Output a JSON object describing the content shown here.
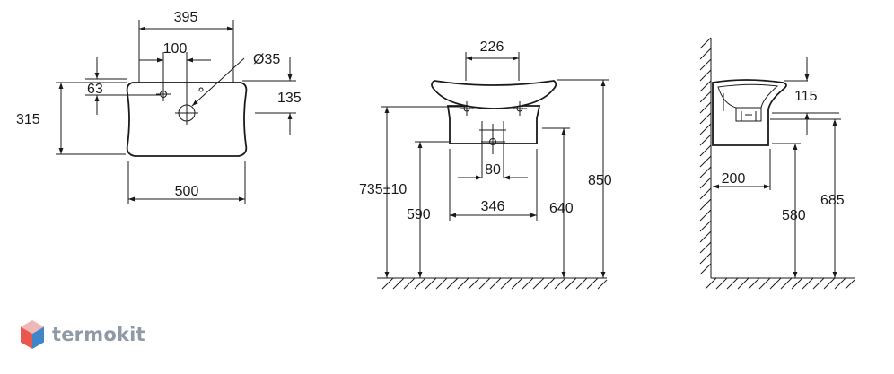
{
  "top_view": {
    "width_overall": "395",
    "hole_spacing": "100",
    "hole_diameter": "Ø35",
    "offset_63": "63",
    "offset_135": "135",
    "depth": "315",
    "width_bottom": "500"
  },
  "front_view": {
    "top_width": "226",
    "pipe_spacing": "80",
    "pedestal_width": "346",
    "height_735": "735±10",
    "height_590": "590",
    "height_640": "640",
    "height_850": "850"
  },
  "side_view": {
    "offset_115": "115",
    "depth_200": "200",
    "height_580": "580",
    "height_685": "685"
  },
  "brand": {
    "name": "termokit",
    "colors": {
      "red": "#e8584e",
      "blue": "#3f86c9",
      "pink": "#f0b8b4",
      "text": "#8f9aa6"
    }
  }
}
